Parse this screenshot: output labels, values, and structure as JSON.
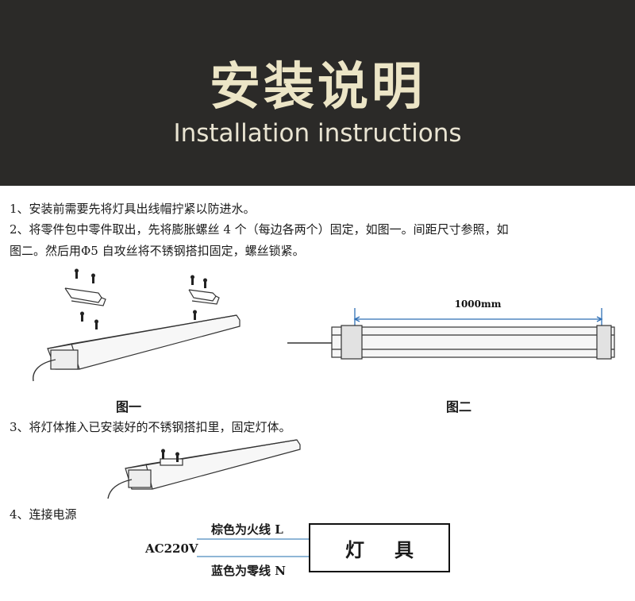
{
  "header": {
    "title_cn": "安装说明",
    "title_en": "Installation instructions"
  },
  "steps": {
    "step1": "1、安装前需要先将灯具出线帽拧紧以防进水。",
    "step2_line1": "2、将零件包中零件取出，先将膨胀螺丝 4 个（每边各两个）固定，如图一。间距尺寸参照，如",
    "step2_line2": "图二。然后用Φ5 自攻丝将不锈钢搭扣固定，螺丝锁紧。",
    "step3": "3、将灯体推入已安装好的不锈钢搭扣里，固定灯体。",
    "step4": "4、连接电源"
  },
  "figures": {
    "fig1_label": "图一",
    "fig2_label": "图二",
    "dimension": "1000mm"
  },
  "wiring": {
    "voltage": "AC220V",
    "brown_wire": "棕色为火线 L",
    "blue_wire": "蓝色为零线 N",
    "fixture": "灯具"
  },
  "colors": {
    "header_bg": "#2b2a28",
    "title_color": "#ece5c6",
    "wire_color": "#8fb6d6",
    "dimension_color": "#2f6fb5"
  }
}
